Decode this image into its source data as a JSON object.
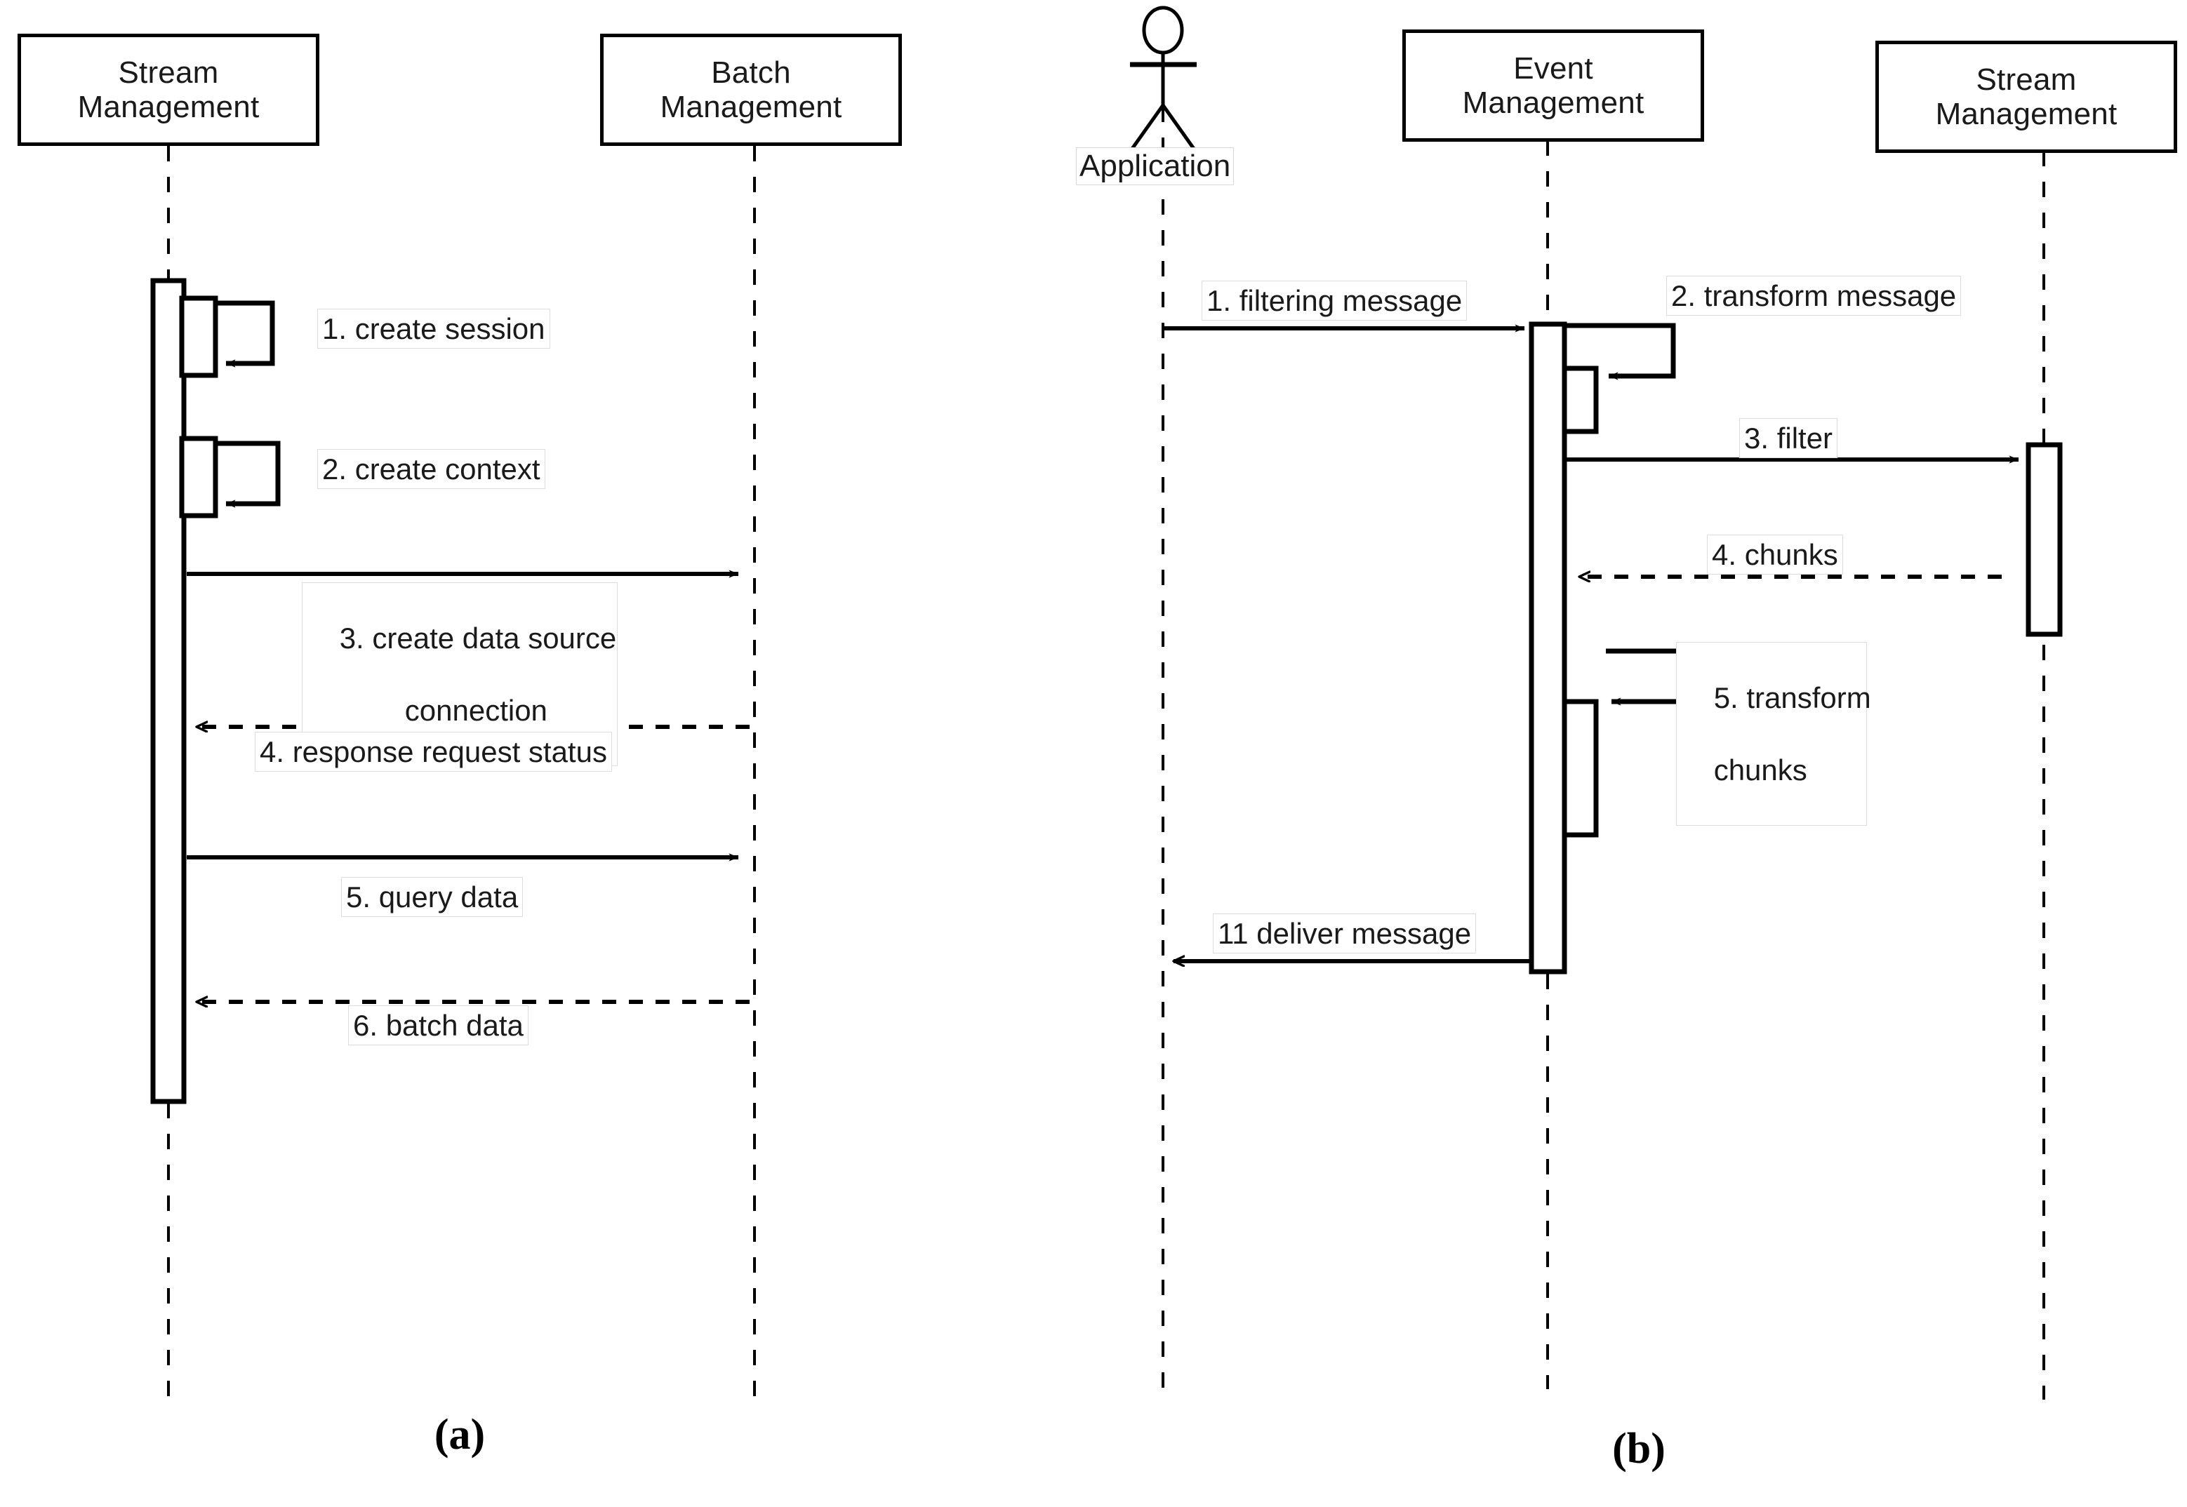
{
  "figure": {
    "title": "UML sequence diagrams: stream/batch management and event filtering",
    "captions": [
      {
        "id": "caption-a",
        "text": "(a)"
      },
      {
        "id": "caption-b",
        "text": "(b)"
      }
    ]
  },
  "diagram_a": {
    "caption": "(a)",
    "lifelines": [
      {
        "id": "a-stream-management",
        "line1": "Stream",
        "line2": "Management",
        "kind": "object"
      },
      {
        "id": "a-batch-management",
        "line1": "Batch",
        "line2": "Management",
        "kind": "object"
      }
    ],
    "messages": [
      {
        "num": "1.",
        "label": "1. create session",
        "kind": "self-call",
        "from": "Stream Management",
        "to": "Stream Management"
      },
      {
        "num": "2.",
        "label": "2. create context",
        "kind": "self-call",
        "from": "Stream Management",
        "to": "Stream Management"
      },
      {
        "num": "3.",
        "label_line1": "3. create data source",
        "label_line2": "connection",
        "label": "3. create data source\nconnection",
        "kind": "call",
        "from": "Stream Management",
        "to": "Batch Management"
      },
      {
        "num": "4.",
        "label": "4. response request status",
        "kind": "return",
        "from": "Batch Management",
        "to": "Stream Management"
      },
      {
        "num": "5.",
        "label": "5. query data",
        "kind": "call",
        "from": "Stream Management",
        "to": "Batch Management"
      },
      {
        "num": "6.",
        "label": "6. batch data",
        "kind": "return",
        "from": "Batch Management",
        "to": "Stream Management"
      }
    ]
  },
  "diagram_b": {
    "caption": "(b)",
    "lifelines": [
      {
        "id": "b-application",
        "line1": "Application",
        "line2": "",
        "kind": "actor"
      },
      {
        "id": "b-event-management",
        "line1": "Event",
        "line2": "Management",
        "kind": "object"
      },
      {
        "id": "b-stream-management",
        "line1": "Stream",
        "line2": "Management",
        "kind": "object"
      }
    ],
    "messages": [
      {
        "num": "1.",
        "label": "1. filtering message",
        "kind": "call",
        "from": "Application",
        "to": "Event Management"
      },
      {
        "num": "2.",
        "label": "2. transform message",
        "kind": "self-call",
        "from": "Event Management",
        "to": "Event Management"
      },
      {
        "num": "3.",
        "label": "3. filter",
        "kind": "call",
        "from": "Event Management",
        "to": "Stream Management"
      },
      {
        "num": "4.",
        "label": "4. chunks",
        "kind": "return",
        "from": "Stream Management",
        "to": "Event Management"
      },
      {
        "num": "5.",
        "label_line1": "5. transform",
        "label_line2": "chunks",
        "label": "5. transform\nchunks",
        "kind": "self-call",
        "from": "Event Management",
        "to": "Event Management"
      },
      {
        "num": "11",
        "label": "11 deliver message",
        "kind": "return-solid",
        "from": "Event Management",
        "to": "Application"
      }
    ]
  },
  "style": {
    "stroke": "#000000",
    "text": "#1a1a1a",
    "background": "#ffffff",
    "label_border": "#dcdcdc"
  }
}
